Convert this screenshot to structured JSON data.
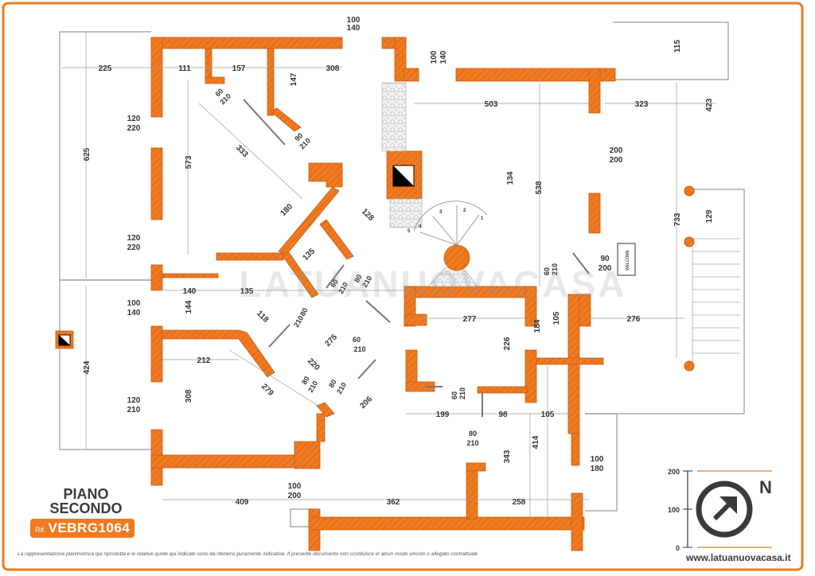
{
  "title": {
    "line1": "PIANO",
    "line2": "SECONDO"
  },
  "reference": {
    "prefix": "Rif.",
    "code": "VEBRG1064"
  },
  "disclaimer": "La rappresentazione planimetrica qui riprodotta e le relative quote qui indicate sono da ritenersi puramente indicative. Il presente documento non costituisce in alcun modo vincolo o allegato contrattuale",
  "website": "www.latuanuovacasa.it",
  "watermark": "LATUANUOVACASA",
  "colors": {
    "wall": "#f07a20",
    "wall_dark": "#c95e0f",
    "frame": "#f07a20",
    "line": "#9a9a9a"
  },
  "scale": {
    "ticks": [
      "200",
      "100",
      "0"
    ]
  },
  "compass": {
    "label": "N"
  },
  "sign": "WELCOME",
  "dimensions": {
    "top_door_1": [
      "100",
      "140"
    ],
    "top_door_2": [
      "100",
      "140"
    ],
    "d225": "225",
    "d111": "111",
    "d157": "157",
    "d308a": "308",
    "d147": "147",
    "d503": "503",
    "d323": "323",
    "d115": "115",
    "d423": "423",
    "d625": "625",
    "d573": "573",
    "d333": "333",
    "d180": "180",
    "d128": "128",
    "d134": "134",
    "d538": "538",
    "d733": "733",
    "d129": "129",
    "d135a": "135",
    "d140": "140",
    "d135b": "135",
    "d144": "144",
    "d118": "118",
    "d275": "275",
    "d220": "220",
    "d277": "277",
    "d226": "226",
    "d184": "184",
    "d105a": "105",
    "d276": "276",
    "d212": "212",
    "d308b": "308",
    "d279": "279",
    "d206": "206",
    "d199": "199",
    "d98": "98",
    "d105b": "105",
    "d424": "424",
    "d414": "414",
    "d343": "343",
    "d409": "409",
    "d362": "362",
    "d258": "258",
    "w1": [
      "120",
      "220"
    ],
    "w2": [
      "120",
      "220"
    ],
    "w3": [
      "100",
      "140"
    ],
    "w4": [
      "120",
      "210"
    ],
    "w5": [
      "100",
      "200"
    ],
    "w6": [
      "100",
      "180"
    ],
    "w7": [
      "200",
      "200"
    ],
    "w8": [
      "90",
      "200"
    ],
    "dr1": [
      "60",
      "210"
    ],
    "dr2": [
      "90",
      "210"
    ],
    "dr3": [
      "60",
      "210"
    ],
    "dr4": [
      "80",
      "210"
    ],
    "dr5": [
      "80",
      "210"
    ],
    "dr6": [
      "60",
      "210"
    ],
    "dr7": [
      "80",
      "210"
    ],
    "dr8": [
      "80",
      "210"
    ],
    "dr9": [
      "60",
      "210"
    ],
    "dr10": [
      "80",
      "210"
    ],
    "dr11": [
      "60",
      "210"
    ],
    "stairs": [
      "1",
      "2",
      "3",
      "4",
      "5"
    ]
  }
}
